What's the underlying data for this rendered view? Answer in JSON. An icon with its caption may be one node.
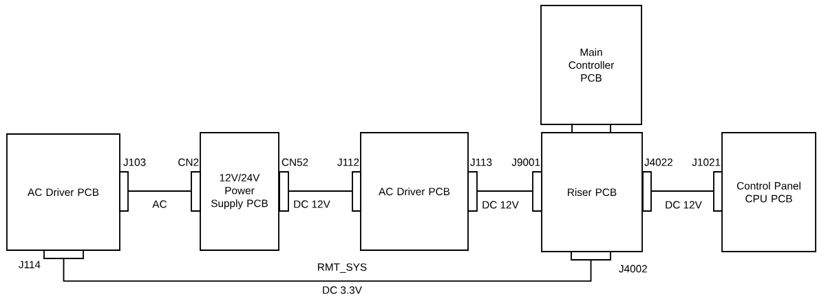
{
  "diagram": {
    "nodes": [
      {
        "text": [
          "AC Driver PCB"
        ]
      },
      {
        "text": [
          "12V/24V Power Supply PCB"
        ]
      },
      {
        "text": [
          "AC Driver PCB"
        ]
      },
      {
        "text": [
          "Main Controller PCB"
        ]
      },
      {
        "text": [
          "Riser PCB"
        ]
      },
      {
        "text": [
          "Control Panel CPU PCB"
        ]
      },
      {
        "text": [
          "J103"
        ]
      },
      {
        "text": [
          "CN2"
        ]
      },
      {
        "text": [
          "CN52"
        ]
      },
      {
        "text": [
          "J112"
        ]
      },
      {
        "text": [
          "J113"
        ]
      },
      {
        "text": [
          "J9001"
        ]
      },
      {
        "text": [
          "J4022"
        ]
      },
      {
        "text": [
          "J1021"
        ]
      },
      {
        "text": [
          "J114"
        ]
      },
      {
        "text": [
          "J4002"
        ]
      },
      {
        "text": [],
        "shape": "box"
      }
    ],
    "edges": [
      {
        "from": 6,
        "to": 7,
        "arrow": "none",
        "label": "AC"
      },
      {
        "from": 8,
        "to": 9,
        "arrow": "none",
        "label": "DC 12V"
      },
      {
        "from": 10,
        "to": 11,
        "arrow": "none",
        "label": "DC 12V"
      },
      {
        "from": 12,
        "to": 13,
        "arrow": "none",
        "label": "DC 12V"
      },
      {
        "from": 14,
        "to": 15,
        "arrow": "none",
        "label": "RMT_SYS"
      }
    ],
    "labels": [
      "DC 3.3V"
    ]
  }
}
